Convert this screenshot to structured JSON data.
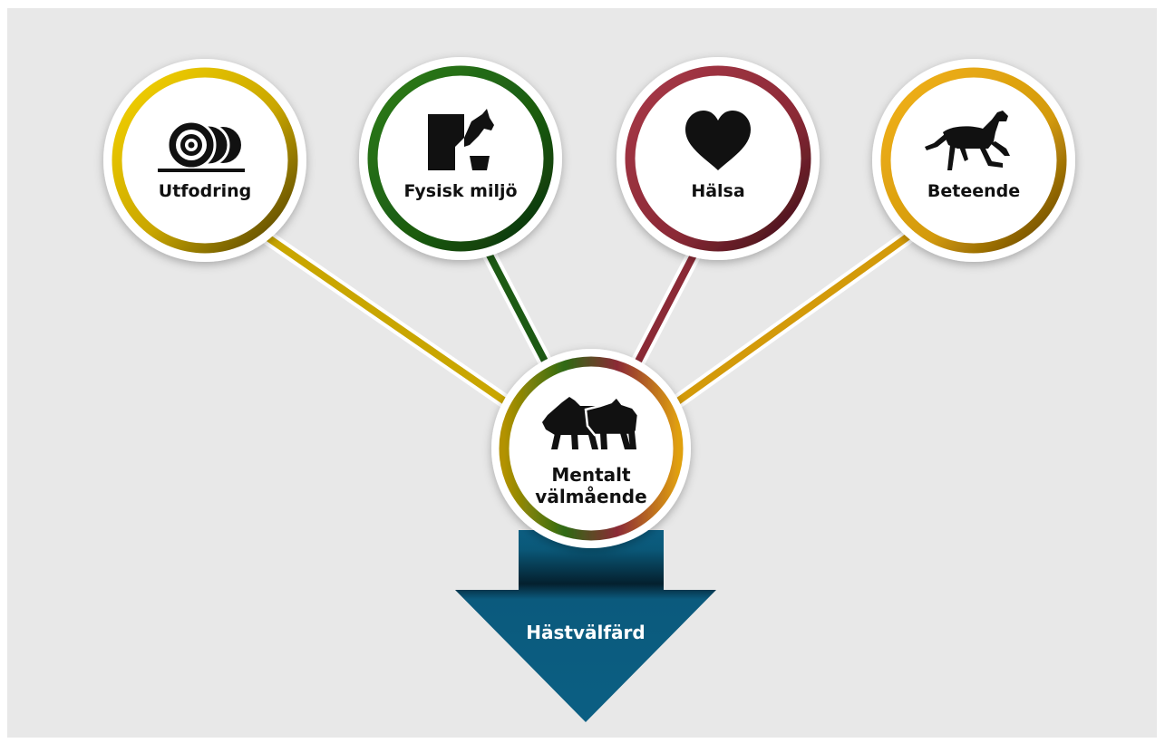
{
  "nodes": [
    {
      "label": "Utfodring",
      "icon": "hay-bales-icon",
      "color": "#d7b400"
    },
    {
      "label": "Fysisk miljö",
      "icon": "horse-stall-water-icon",
      "color": "#1d5a14"
    },
    {
      "label": "Hälsa",
      "icon": "heart-icon",
      "color": "#8b2a36"
    },
    {
      "label": "Beteende",
      "icon": "trotting-horse-icon",
      "color": "#d39a0a"
    }
  ],
  "center": {
    "line1": "Mentalt",
    "line2": "välmående",
    "icon": "two-horses-icon"
  },
  "result": {
    "label": "Hästvälfärd",
    "color": "#0a5d81"
  }
}
